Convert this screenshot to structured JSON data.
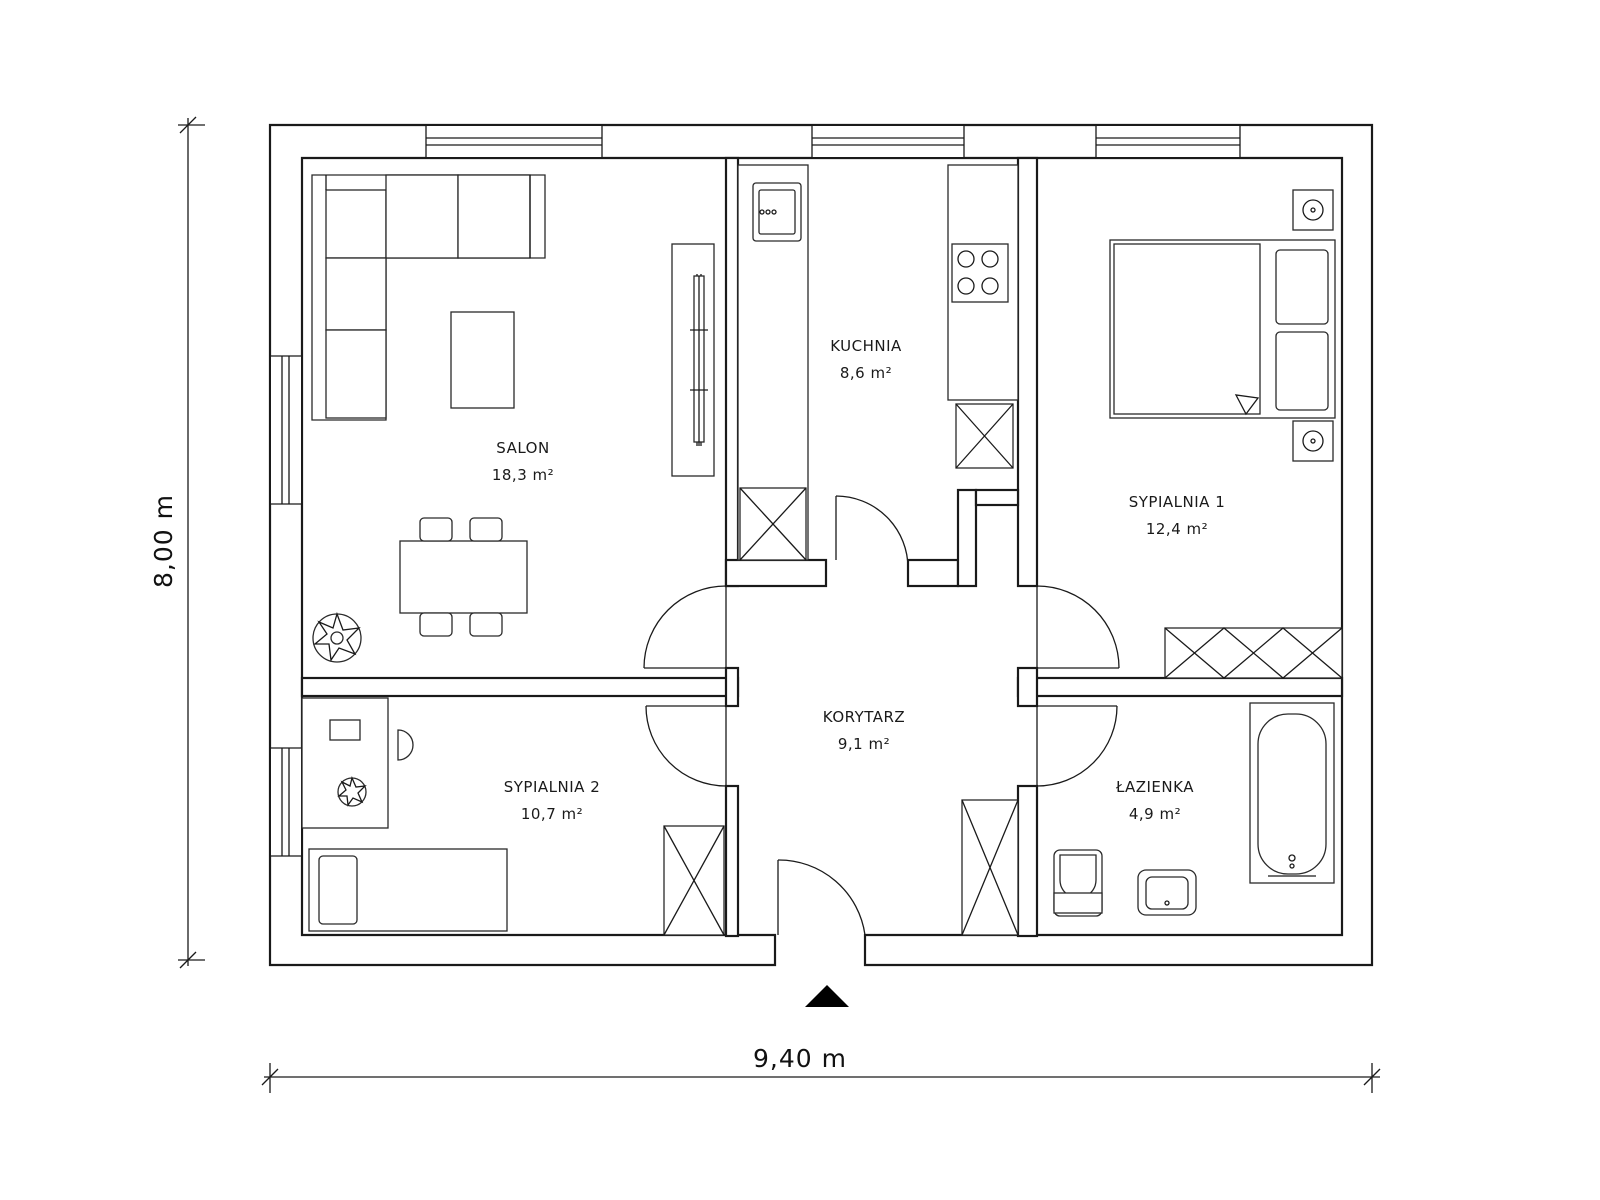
{
  "dimensions": {
    "width": "9,40 m",
    "height": "8,00 m"
  },
  "rooms": [
    {
      "name": "SALON",
      "area": "18,3 m²"
    },
    {
      "name": "KUCHNIA",
      "area": "8,6 m²"
    },
    {
      "name": "SYPIALNIA 1",
      "area": "12,4 m²"
    },
    {
      "name": "KORYTARZ",
      "area": "9,1 m²"
    },
    {
      "name": "SYPIALNIA 2",
      "area": "10,7 m²"
    },
    {
      "name": "ŁAZIENKA",
      "area": "4,9 m²"
    }
  ],
  "entrance": "arrow-up-icon"
}
